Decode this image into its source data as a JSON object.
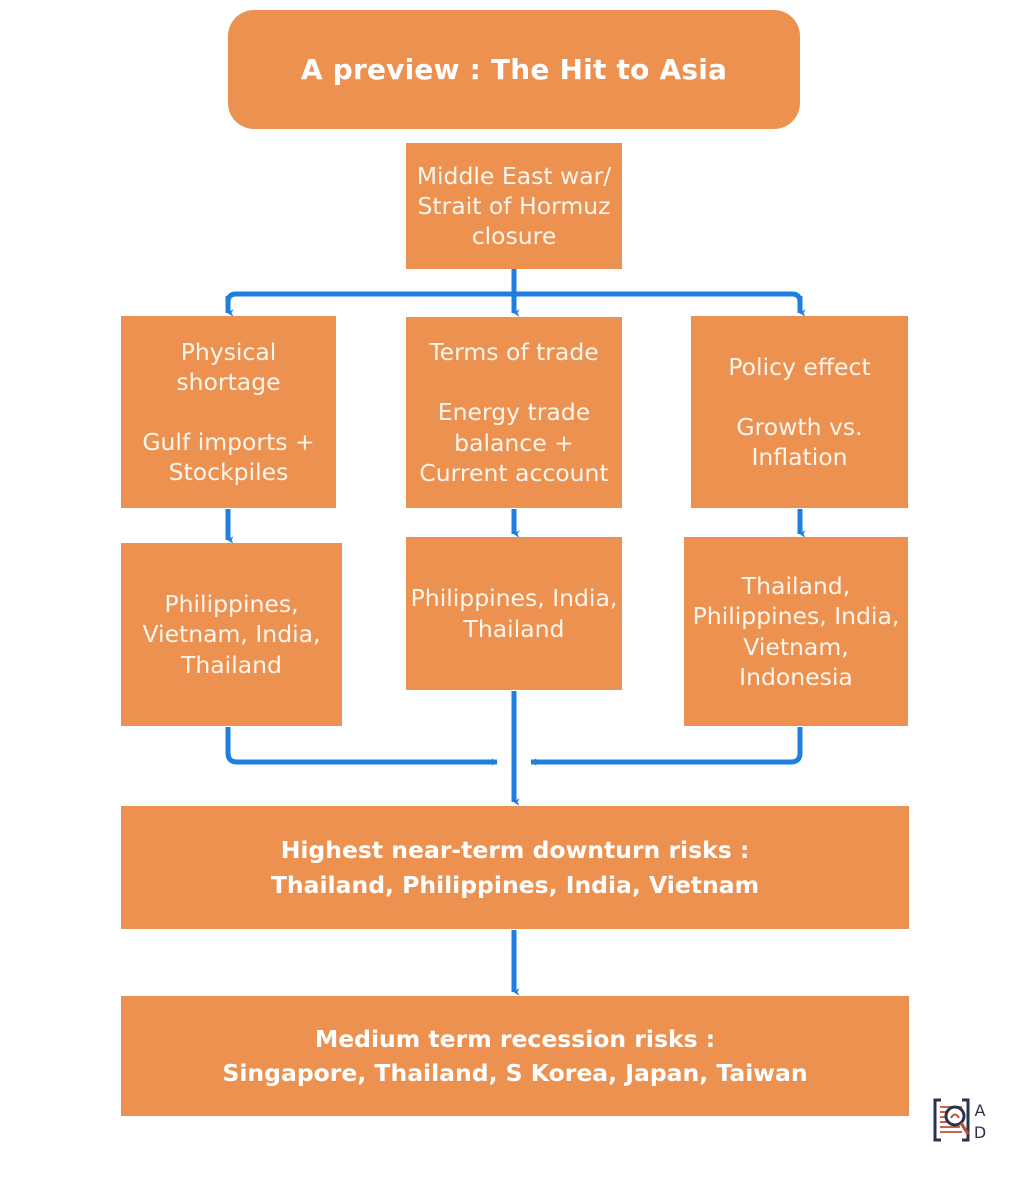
{
  "title": {
    "text": "A preview : The Hit to Asia"
  },
  "trigger": {
    "line1": "Middle East war/",
    "line2": "Strait of Hormuz",
    "line3": "closure"
  },
  "drivers": [
    {
      "id": "physical-shortage",
      "heading_line1": "Physical",
      "heading_line2": "shortage",
      "detail_line1": "Gulf imports +",
      "detail_line2": "Stockpiles"
    },
    {
      "id": "terms-of-trade",
      "heading_line1": "Terms of trade",
      "heading_line2": "",
      "detail_line1": "Energy trade",
      "detail_line2": "balance +",
      "detail_line3": "Current account"
    },
    {
      "id": "policy-effect",
      "heading_line1": "Policy effect",
      "heading_line2": "",
      "detail_line1": "Growth vs.",
      "detail_line2": "Inflation"
    }
  ],
  "affected": [
    {
      "id": "affected-physical-shortage",
      "line1": "Philippines,",
      "line2": "Vietnam, India,",
      "line3": "Thailand"
    },
    {
      "id": "affected-terms-of-trade",
      "line1": "Philippines, India,",
      "line2": "Thailand"
    },
    {
      "id": "affected-policy-effect",
      "line1": "Thailand,",
      "line2": "Philippines, India,",
      "line3": "Vietnam,",
      "line4": "Indonesia"
    }
  ],
  "summaries": [
    {
      "id": "near-term",
      "label": "Highest near-term downturn risks :",
      "countries": "Thailand, Philippines, India, Vietnam"
    },
    {
      "id": "medium-term",
      "label": "Medium term recession risks :",
      "countries": "Singapore, Thailand, S Korea, Japan, Taiwan"
    }
  ],
  "logo": {
    "letter_top": "A",
    "letter_bottom": "D"
  },
  "colors": {
    "box_fill": "#ed9150",
    "box_text": "#fdf6ee",
    "header_text": "#ffffff",
    "connector": "#1f7fe0",
    "background": "#ffffff",
    "logo_dark": "#2b3347",
    "logo_accent": "#c0503a"
  }
}
